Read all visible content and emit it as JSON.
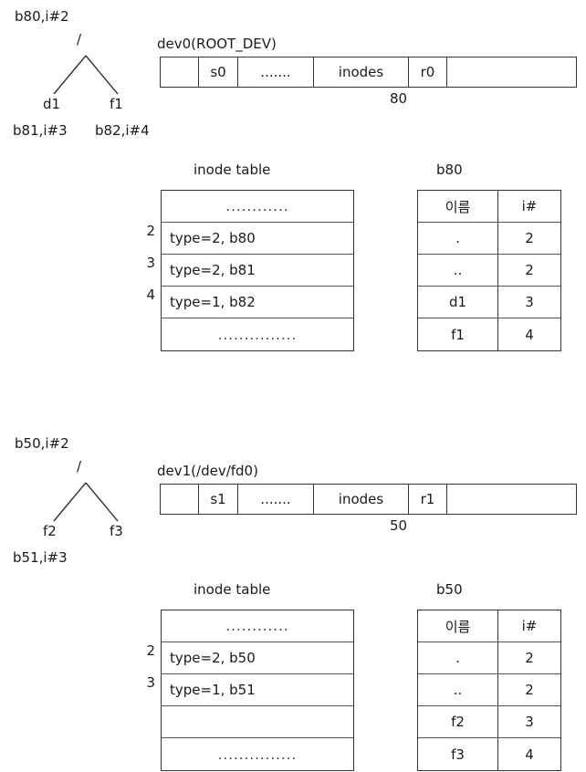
{
  "figure": {
    "title": "Two-device UNIX file system diagram (root device and mounted device)"
  },
  "sections": [
    {
      "id": "dev0",
      "tree": {
        "root_label": "/",
        "root_annotation": "b80,i#2",
        "children": [
          {
            "label": "d1",
            "annotation": "b81,i#3"
          },
          {
            "label": "f1",
            "annotation": "b82,i#4"
          }
        ]
      },
      "device": {
        "title": "dev0(ROOT_DEV)",
        "cells": [
          "",
          "s0",
          ".......",
          "inodes",
          "r0",
          ""
        ],
        "under_label": "80"
      },
      "inode_table": {
        "title": "inode table",
        "rows": [
          {
            "index": "",
            "text": "............"
          },
          {
            "index": "2",
            "text": "type=2, b80"
          },
          {
            "index": "3",
            "text": "type=2, b81"
          },
          {
            "index": "4",
            "text": "type=1, b82"
          },
          {
            "index": "",
            "text": "..............."
          }
        ]
      },
      "dir_block": {
        "title": "b80",
        "headers": [
          "이름",
          "i#"
        ],
        "rows": [
          {
            "name": ".",
            "inum": "2"
          },
          {
            "name": "..",
            "inum": "2"
          },
          {
            "name": "d1",
            "inum": "3"
          },
          {
            "name": "f1",
            "inum": "4"
          }
        ]
      }
    },
    {
      "id": "dev1",
      "tree": {
        "root_label": "/",
        "root_annotation": "b50,i#2",
        "children": [
          {
            "label": "f2",
            "annotation": "b51,i#3"
          },
          {
            "label": "f3",
            "annotation": ""
          }
        ]
      },
      "device": {
        "title": "dev1(/dev/fd0)",
        "cells": [
          "",
          "s1",
          ".......",
          "inodes",
          "r1",
          ""
        ],
        "under_label": "50"
      },
      "inode_table": {
        "title": "inode table",
        "rows": [
          {
            "index": "",
            "text": "............"
          },
          {
            "index": "2",
            "text": "type=2, b50"
          },
          {
            "index": "3",
            "text": "type=1, b51"
          },
          {
            "index": "",
            "text": ""
          },
          {
            "index": "",
            "text": "..............."
          }
        ]
      },
      "dir_block": {
        "title": "b50",
        "headers": [
          "이름",
          "i#"
        ],
        "rows": [
          {
            "name": ".",
            "inum": "2"
          },
          {
            "name": "..",
            "inum": "2"
          },
          {
            "name": "f2",
            "inum": "3"
          },
          {
            "name": "f3",
            "inum": "4"
          }
        ]
      }
    }
  ],
  "colors": {
    "line": "#333333",
    "text": "#1a1a1a",
    "background": "#ffffff"
  }
}
